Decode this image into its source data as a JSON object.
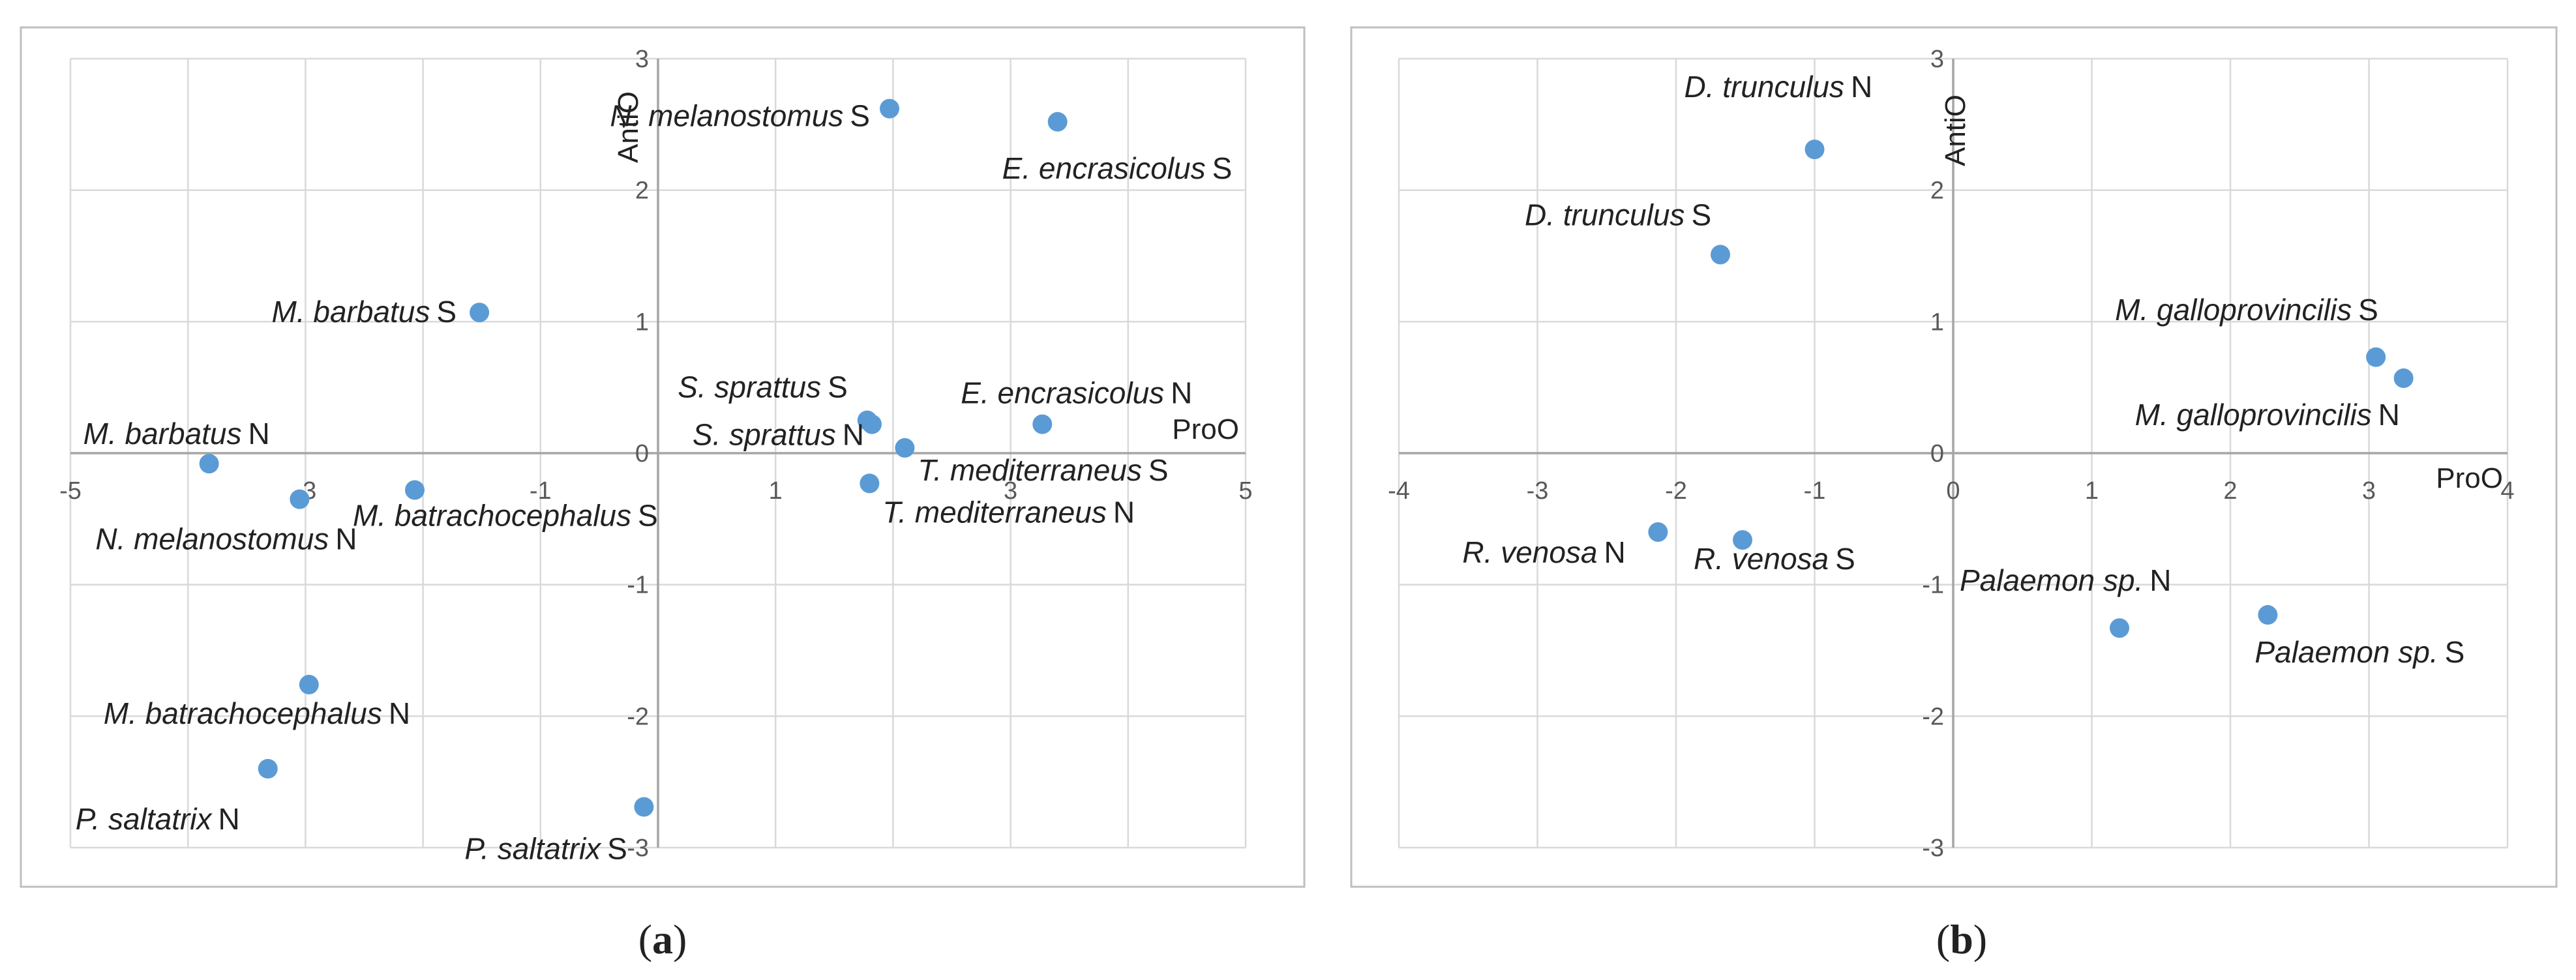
{
  "chart_data": [
    {
      "type": "scatter",
      "panel_label": "a",
      "xlabel": "ProO",
      "ylabel": "AntiO",
      "xlim": [
        -5,
        5
      ],
      "ylim": [
        -3,
        3
      ],
      "x_ticks": [
        -5,
        -3,
        -1,
        1,
        3,
        5
      ],
      "y_ticks": [
        -3,
        -2,
        -1,
        0,
        1,
        2,
        3
      ],
      "grid": true,
      "marker_color": "#5B9BD5",
      "points": [
        {
          "species": "N. melanostomus",
          "site": "S",
          "x": 1.97,
          "y": 2.62
        },
        {
          "species": "E. encrasicolus",
          "site": "S",
          "x": 3.4,
          "y": 2.52
        },
        {
          "species": "M. barbatus",
          "site": "S",
          "x": -1.52,
          "y": 1.07
        },
        {
          "species": "S. sprattus",
          "site": "S",
          "x": 1.78,
          "y": 0.25
        },
        {
          "species": "S. sprattus",
          "site": "N",
          "x": 1.82,
          "y": 0.22
        },
        {
          "species": "E. encrasicolus",
          "site": "N",
          "x": 3.27,
          "y": 0.22
        },
        {
          "species": "T. mediterraneus",
          "site": "S",
          "x": 2.1,
          "y": 0.04
        },
        {
          "species": "T. mediterraneus",
          "site": "N",
          "x": 1.8,
          "y": -0.23
        },
        {
          "species": "M. barbatus",
          "site": "N",
          "x": -3.82,
          "y": -0.08
        },
        {
          "species": "N. melanostomus",
          "site": "N",
          "x": -3.05,
          "y": -0.35
        },
        {
          "species": "M. batrachocephalus",
          "site": "S",
          "x": -2.07,
          "y": -0.28
        },
        {
          "species": "M. batrachocephalus",
          "site": "N",
          "x": -2.97,
          "y": -1.76
        },
        {
          "species": "P. saltatrix",
          "site": "N",
          "x": -3.32,
          "y": -2.4
        },
        {
          "species": "P. saltatrix",
          "site": "S",
          "x": -0.12,
          "y": -2.69
        }
      ]
    },
    {
      "type": "scatter",
      "panel_label": "b",
      "xlabel": "ProO",
      "ylabel": "AntiO",
      "xlim": [
        -4,
        4
      ],
      "ylim": [
        -3,
        3
      ],
      "x_ticks": [
        -4,
        -3,
        -2,
        -1,
        0,
        1,
        2,
        3,
        4
      ],
      "y_ticks": [
        -3,
        -2,
        -1,
        0,
        1,
        2,
        3
      ],
      "grid": true,
      "marker_color": "#5B9BD5",
      "points": [
        {
          "species": "D. trunculus",
          "site": "N",
          "x": -1.0,
          "y": 2.31
        },
        {
          "species": "D. trunculus",
          "site": "S",
          "x": -1.68,
          "y": 1.51
        },
        {
          "species": "M. galloprovincilis",
          "site": "S",
          "x": 3.05,
          "y": 0.73
        },
        {
          "species": "M. galloprovincilis",
          "site": "N",
          "x": 3.25,
          "y": 0.57
        },
        {
          "species": "R. venosa",
          "site": "N",
          "x": -2.13,
          "y": -0.6
        },
        {
          "species": "R. venosa",
          "site": "S",
          "x": -1.52,
          "y": -0.66
        },
        {
          "species": "Palaemon sp.",
          "site": "N",
          "x": 1.2,
          "y": -1.33
        },
        {
          "species": "Palaemon sp.",
          "site": "S",
          "x": 2.27,
          "y": -1.23
        }
      ]
    }
  ]
}
